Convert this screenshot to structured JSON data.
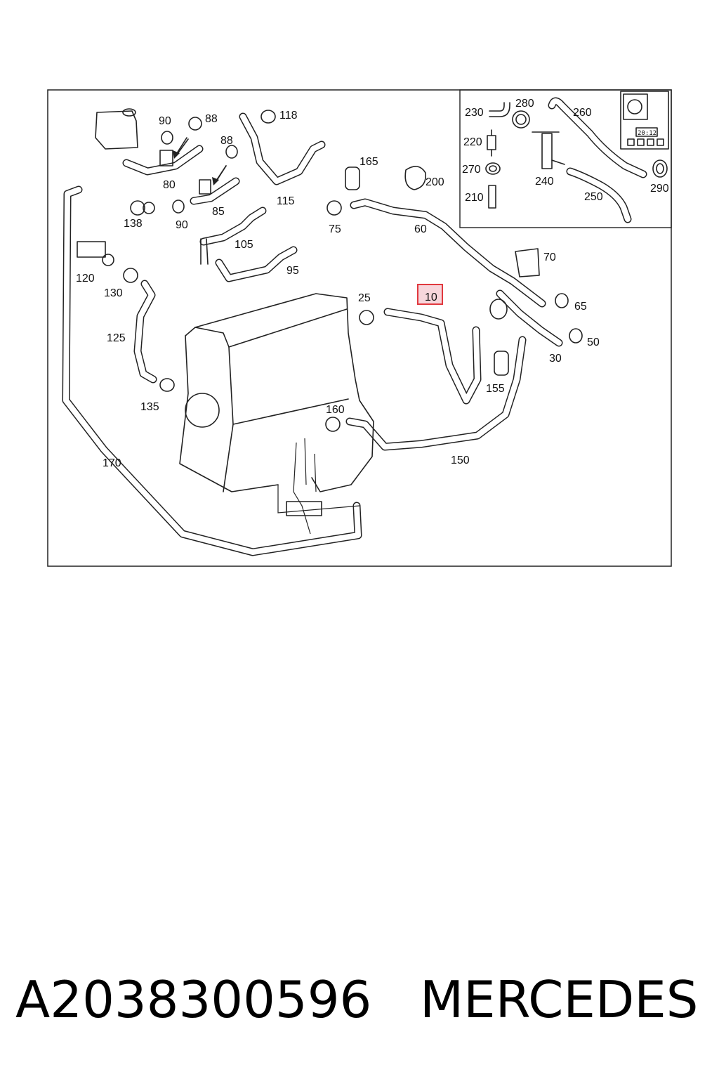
{
  "caption": {
    "part_number": "A2038300596",
    "brand": "MERCEDES"
  },
  "highlight_color": "#e0383e",
  "highlight_fill": "#f7d6dc",
  "labels": {
    "l230": "230",
    "l280": "280",
    "l260": "260",
    "l220": "220",
    "l270": "270",
    "l240": "240",
    "l250": "250",
    "l210": "210",
    "l290": "290",
    "l90a": "90",
    "l88a": "88",
    "l118": "118",
    "l88b": "88",
    "l80": "80",
    "l165": "165",
    "l200": "200",
    "l85": "85",
    "l115": "115",
    "l138": "138",
    "l90b": "90",
    "l75": "75",
    "l60": "60",
    "l105": "105",
    "l95": "95",
    "l120": "120",
    "l130": "130",
    "l70": "70",
    "l10": "10",
    "l25": "25",
    "l65": "65",
    "l125": "125",
    "l50": "50",
    "l30": "30",
    "l155": "155",
    "l135": "135",
    "l160": "160",
    "l170": "170",
    "l150": "150"
  },
  "timer_display": "20:12"
}
